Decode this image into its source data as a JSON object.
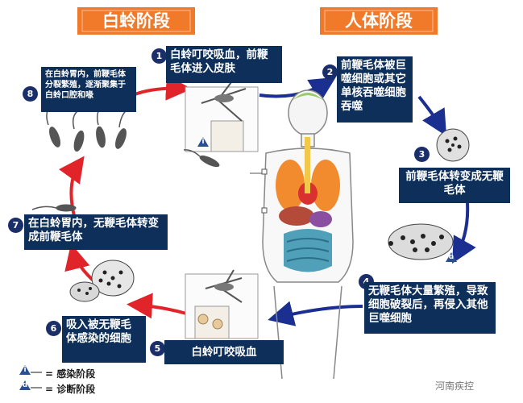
{
  "headers": {
    "sandfly_stage": "白蛉阶段",
    "human_stage": "人体阶段"
  },
  "steps": [
    {
      "num": "1",
      "text": "白蛉叮咬吸血，前鞭毛体进入皮肤"
    },
    {
      "num": "2",
      "text": "前鞭毛体被巨噬细胞或其它单核吞噬细胞吞噬"
    },
    {
      "num": "3",
      "text": "前鞭毛体转变成无鞭毛体"
    },
    {
      "num": "4",
      "text": "无鞭毛体大量繁殖，导致细胞破裂后，再侵入其他巨噬细胞"
    },
    {
      "num": "5",
      "text": "白蛉叮咬吸血"
    },
    {
      "num": "6",
      "text": "吸入被无鞭毛体感染的细胞"
    },
    {
      "num": "7",
      "text": "在白蛉胃内，无鞭毛体转变成前鞭毛体"
    },
    {
      "num": "8",
      "text": "在白蛉胃内，前鞭毛体分裂繁殖，逐渐聚集于白蛉口腔和喙"
    }
  ],
  "legend": {
    "infective_symbol": "i",
    "infective_label": "= 感染阶段",
    "diagnostic_symbol": "d",
    "diagnostic_label": "= 诊断阶段"
  },
  "watermark": "河南疾控",
  "colors": {
    "header_bg": "#f07a2a",
    "box_bg": "#0d2f5a",
    "sandfly_arrow": "#e0242a",
    "human_arrow": "#1a2f8f"
  }
}
